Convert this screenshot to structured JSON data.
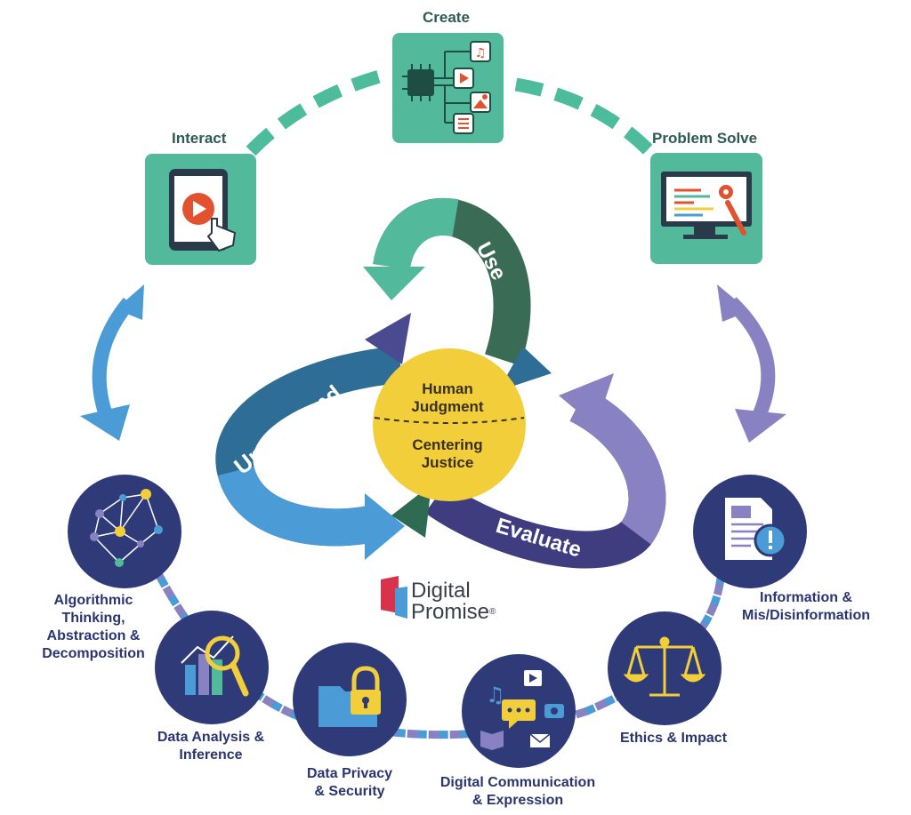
{
  "top_nodes": {
    "create": {
      "label": "Create"
    },
    "interact": {
      "label": "Interact"
    },
    "problem_solve": {
      "label": "Problem Solve"
    }
  },
  "cycle": {
    "use": "Use",
    "understand": "Understand",
    "evaluate": "Evaluate"
  },
  "center": {
    "line1": "Human",
    "line2": "Judgment",
    "line3": "Centering",
    "line4": "Justice"
  },
  "bottom_nodes": [
    {
      "label_lines": [
        "Algorithmic",
        "Thinking,",
        "Abstraction &",
        "Decomposition"
      ],
      "icon": "network-graph-icon"
    },
    {
      "label_lines": [
        "Data Analysis &",
        "Inference"
      ],
      "icon": "bar-chart-magnifier-icon"
    },
    {
      "label_lines": [
        "Data Privacy",
        "& Security"
      ],
      "icon": "folder-lock-icon"
    },
    {
      "label_lines": [
        "Digital Communication",
        "& Expression"
      ],
      "icon": "media-chat-icon"
    },
    {
      "label_lines": [
        "Ethics & Impact"
      ],
      "icon": "scales-icon"
    },
    {
      "label_lines": [
        "Information &",
        "Mis/Disinformation"
      ],
      "icon": "document-alert-icon"
    }
  ],
  "brand": {
    "line1": "Digital",
    "line2": "Promise",
    "mark": "®"
  },
  "colors": {
    "teal_box": "#52b99b",
    "teal_dash": "#4cbc9c",
    "navy_circle": "#2f3b78",
    "blue_arrow": "#4a9bd6",
    "purple_arrow": "#8882c2",
    "green_arrow": "#2f6b52",
    "yellow_core": "#f2cf3a"
  }
}
